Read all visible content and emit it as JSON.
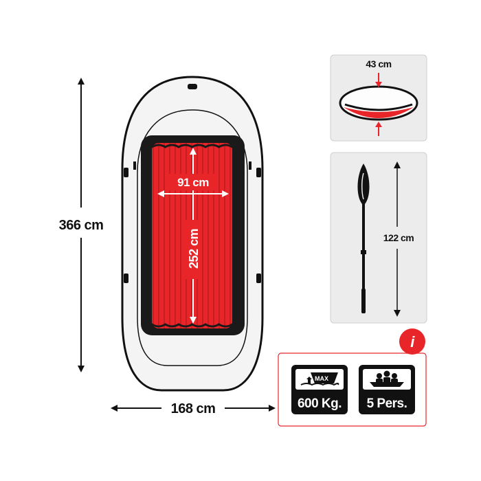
{
  "colors": {
    "accent_red": "#e8262a",
    "panel_gray": "#ececec",
    "dark": "#111111",
    "boat_hull": "#f4f4f4"
  },
  "dimensions": {
    "boat_length": "366 cm",
    "boat_width": "168 cm",
    "inner_width": "91 cm",
    "inner_length": "252 cm",
    "tube_diameter": "43 cm",
    "oar_length": "122 cm"
  },
  "info_panel": {
    "info_icon": "i",
    "load_badge": {
      "icon": "weight-max-icon",
      "max_text": "MAX",
      "value": "600 Kg."
    },
    "persons_badge": {
      "icon": "persons-icon",
      "value": "5 Pers."
    }
  }
}
